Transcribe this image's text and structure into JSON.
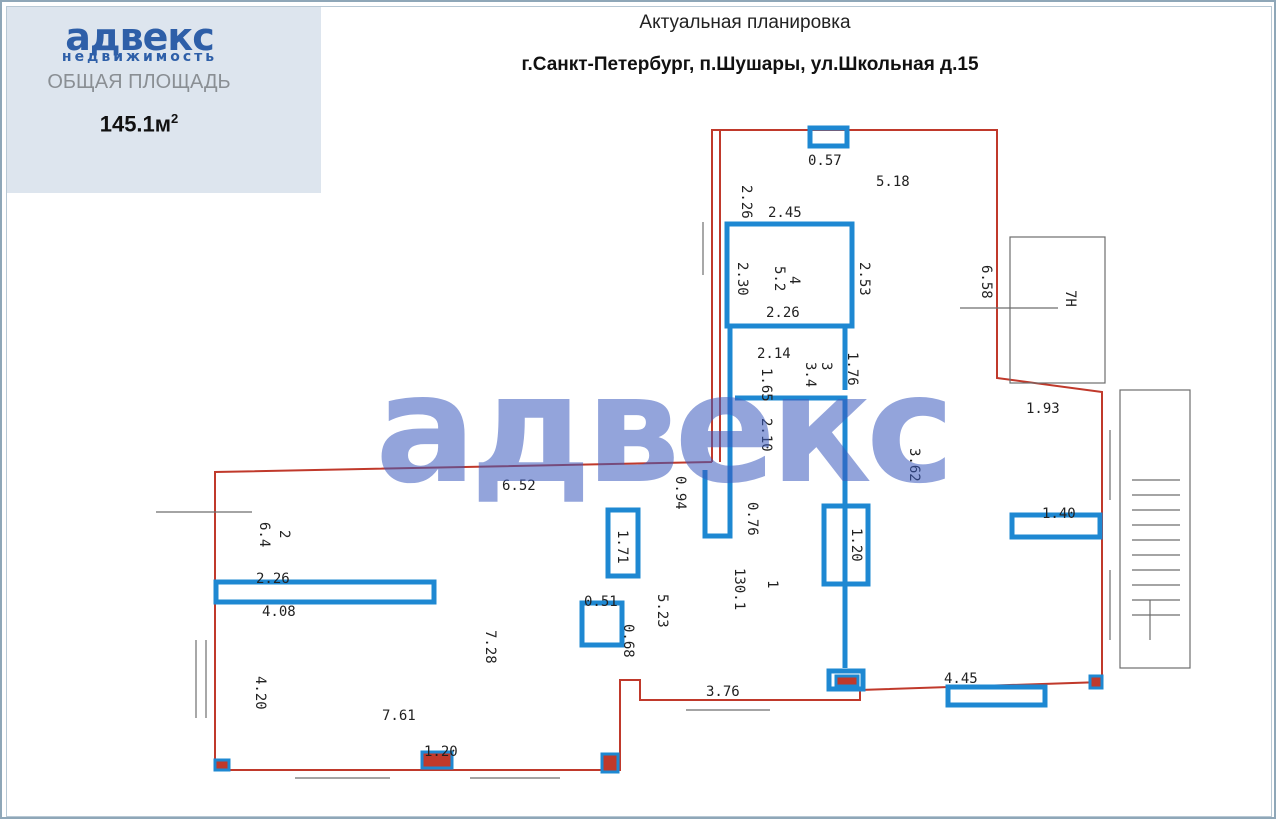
{
  "brand": {
    "name": "адвекс",
    "tagline": "недвижимость",
    "watermark": "адвекс",
    "color": "#2e5fa8"
  },
  "summary": {
    "area_label": "ОБЩАЯ ПЛОЩАДЬ",
    "area_value": "145.1м",
    "area_unit_sup": "2"
  },
  "header": {
    "title": "Актуальная планировка",
    "address": "г.Санкт-Петербург, п.Шушары, ул.Школьная д.15"
  },
  "plan": {
    "wall_color": "#c0392b",
    "overlay_color": "#1e88d2",
    "dimensions": [
      "0.57",
      "5.18",
      "2.26",
      "2.45",
      "6.58",
      "2.30",
      "4",
      "5.2",
      "2.53",
      "2.26",
      "7Н",
      "2.14",
      "1.65",
      "3",
      "3.4",
      "1.76",
      "2.10",
      "1.93",
      "3.62",
      "6.52",
      "0.94",
      "0.76",
      "1.71",
      "1.20",
      "1.40",
      "2",
      "6.4",
      "2.26",
      "4.08",
      "0.51",
      "5.23",
      "1",
      "130.1",
      "0.68",
      "7.28",
      "4.20",
      "3.76",
      "4.45",
      "7.61",
      "1.20"
    ]
  }
}
